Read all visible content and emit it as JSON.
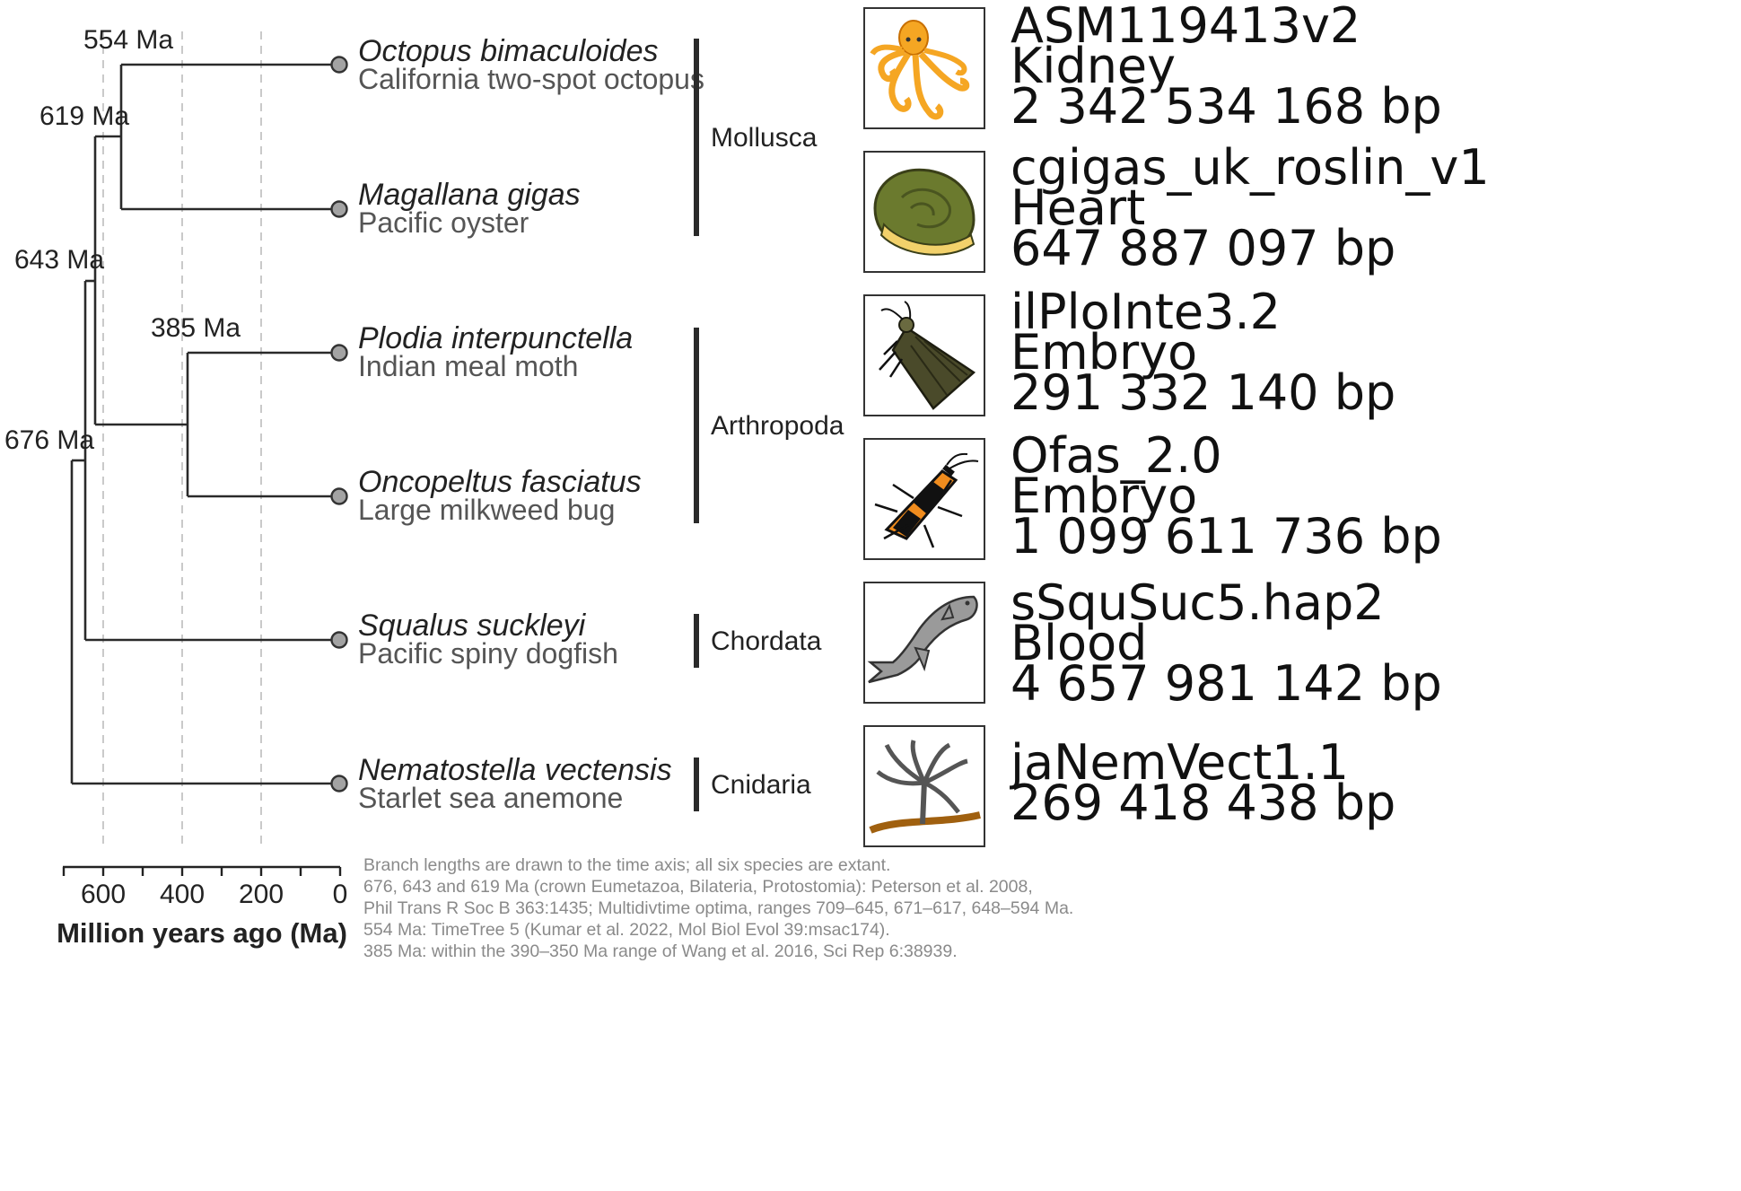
{
  "axis": {
    "title": "Million years ago (Ma)",
    "tick_values": [
      600,
      400,
      200,
      0
    ],
    "tick_labels": [
      "600",
      "400",
      "200",
      "0"
    ],
    "range": [
      700,
      0
    ],
    "minor_tick_step": 100,
    "guide_lines": [
      600,
      400,
      200
    ]
  },
  "nodes": [
    {
      "label": "676 Ma",
      "age": 676
    },
    {
      "label": "643 Ma",
      "age": 643
    },
    {
      "label": "619 Ma",
      "age": 619
    },
    {
      "label": "554 Ma",
      "age": 554
    },
    {
      "label": "385 Ma",
      "age": 385
    }
  ],
  "taxa": [
    {
      "scientific": "Octopus bimaculoides",
      "common": "California two-spot octopus",
      "icon": "octopus-icon",
      "info": [
        "ASM119413v2",
        "Kidney",
        "2 342 534 168 bp"
      ]
    },
    {
      "scientific": "Magallana gigas",
      "common": "Pacific oyster",
      "icon": "oyster-icon",
      "info": [
        "cgigas_uk_roslin_v1",
        "Heart",
        "647 887 097 bp"
      ]
    },
    {
      "scientific": "Plodia interpunctella",
      "common": "Indian meal moth",
      "icon": "moth-icon",
      "info": [
        "ilPloInte3.2",
        "Embryo",
        "291 332 140 bp"
      ]
    },
    {
      "scientific": "Oncopeltus fasciatus",
      "common": "Large milkweed bug",
      "icon": "milkweed-bug-icon",
      "info": [
        "Ofas_2.0",
        "Embryo",
        "1 099 611 736 bp"
      ]
    },
    {
      "scientific": "Squalus suckleyi",
      "common": "Pacific spiny dogfish",
      "icon": "dogfish-shark-icon",
      "info": [
        "sSquSuc5.hap2",
        "Blood",
        "4 657 981 142 bp"
      ]
    },
    {
      "scientific": "Nematostella vectensis",
      "common": "Starlet sea anemone",
      "icon": "sea-anemone-icon",
      "info": [
        "jaNemVect1.1",
        "269 418 438 bp"
      ]
    }
  ],
  "clades": [
    {
      "label": "Mollusca",
      "taxa_count": 2
    },
    {
      "label": "Arthropoda",
      "taxa_count": 2
    },
    {
      "label": "Chordata",
      "taxa_count": 1
    },
    {
      "label": "Cnidaria",
      "taxa_count": 1
    }
  ],
  "notes": [
    "Branch lengths are drawn to the time axis; all six species are extant.",
    "676, 643 and 619 Ma (crown Eumetazoa, Bilateria, Protostomia): Peterson et al. 2008,",
    "Phil Trans R Soc B 363:1435; Multidivtime optima, ranges 709–645, 671–617, 648–594 Ma.",
    "554 Ma: TimeTree 5 (Kumar et al. 2022, Mol Biol Evol 39:msac174).",
    "385 Ma: within the 390–350 Ma range of Wang et al. 2016, Sci Rep 6:38939."
  ],
  "colors": {
    "branch": "#2a2a2a",
    "tip_fill": "#a3a3a3",
    "guide": "#bcbcbc",
    "octopus": "#f5a623",
    "oyster": "#6b7a2e",
    "moth": "#4a4a2a",
    "milkweed_bug": "#f08c1e",
    "shark": "#9a9a9a",
    "anemone": "#555555"
  }
}
